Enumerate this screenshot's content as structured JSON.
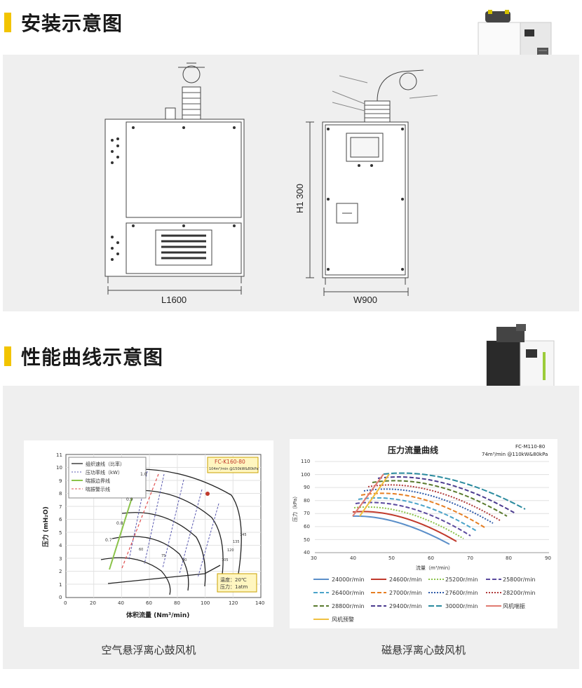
{
  "section1": {
    "title": "安装示意图"
  },
  "section2": {
    "title": "性能曲线示意图"
  },
  "install": {
    "length_label": "L1600",
    "width_label": "W900",
    "height_label": "H1 300"
  },
  "chart_left": {
    "caption": "空气悬浮离心鼓风机",
    "badge": "FC-K160-80",
    "badge_sub": "104m³/min @150kW&80kPa",
    "legend": [
      "组织速线（比率）",
      "压功率线（kW）",
      "喘振边界线",
      "喘振警示线"
    ],
    "note_line1": "温度：20℃",
    "note_line2": "压力：1atm",
    "xlabel": "体积流量 (Nm³/min)",
    "ylabel": "压力 (mH₂O)",
    "x_ticks": [
      "0",
      "20",
      "40",
      "60",
      "80",
      "100",
      "120",
      "140"
    ],
    "y_ticks": [
      "0",
      "1",
      "2",
      "3",
      "4",
      "5",
      "6",
      "7",
      "8",
      "9",
      "10",
      "11"
    ],
    "line_labels": [
      "0.7",
      "0.8",
      "0.9",
      "1.0"
    ],
    "power_labels": [
      "60",
      "75",
      "90",
      "105",
      "120",
      "135",
      "145"
    ]
  },
  "chart_right": {
    "caption": "磁悬浮离心鼓风机",
    "title": "压力流量曲线",
    "model": "FC-M110-80",
    "model_sub": "74m³/min @110kW&80kPa",
    "xlabel": "流量（m³/min）",
    "ylabel": "压力（kPa）",
    "x_ticks": [
      "30",
      "40",
      "50",
      "60",
      "70",
      "80",
      "90"
    ],
    "y_ticks": [
      "40",
      "50",
      "60",
      "70",
      "80",
      "90",
      "100",
      "110"
    ],
    "legend": [
      {
        "label": "24000r/min",
        "color": "#5b8fc9",
        "dash": "solid"
      },
      {
        "label": "24600r/min",
        "color": "#c0392b",
        "dash": "solid"
      },
      {
        "label": "25200r/min",
        "color": "#8bc34a",
        "dash": "dot"
      },
      {
        "label": "25800r/min",
        "color": "#5b4a9e",
        "dash": "dash"
      },
      {
        "label": "26400r/min",
        "color": "#4aa3c9",
        "dash": "dash"
      },
      {
        "label": "27000r/min",
        "color": "#e67e22",
        "dash": "dash"
      },
      {
        "label": "27600r/min",
        "color": "#2e5aa8",
        "dash": "dot"
      },
      {
        "label": "28200r/min",
        "color": "#b03a3a",
        "dash": "dot"
      },
      {
        "label": "28800r/min",
        "color": "#5a7a2e",
        "dash": "dash"
      },
      {
        "label": "29400r/min",
        "color": "#4a3a8e",
        "dash": "dash"
      },
      {
        "label": "30000r/min",
        "color": "#2a8a9e",
        "dash": "solid"
      },
      {
        "label": "风机喘振",
        "color": "#e07a70",
        "dash": "solid"
      },
      {
        "label": "风机预警",
        "color": "#f0c040",
        "dash": "solid"
      }
    ]
  }
}
